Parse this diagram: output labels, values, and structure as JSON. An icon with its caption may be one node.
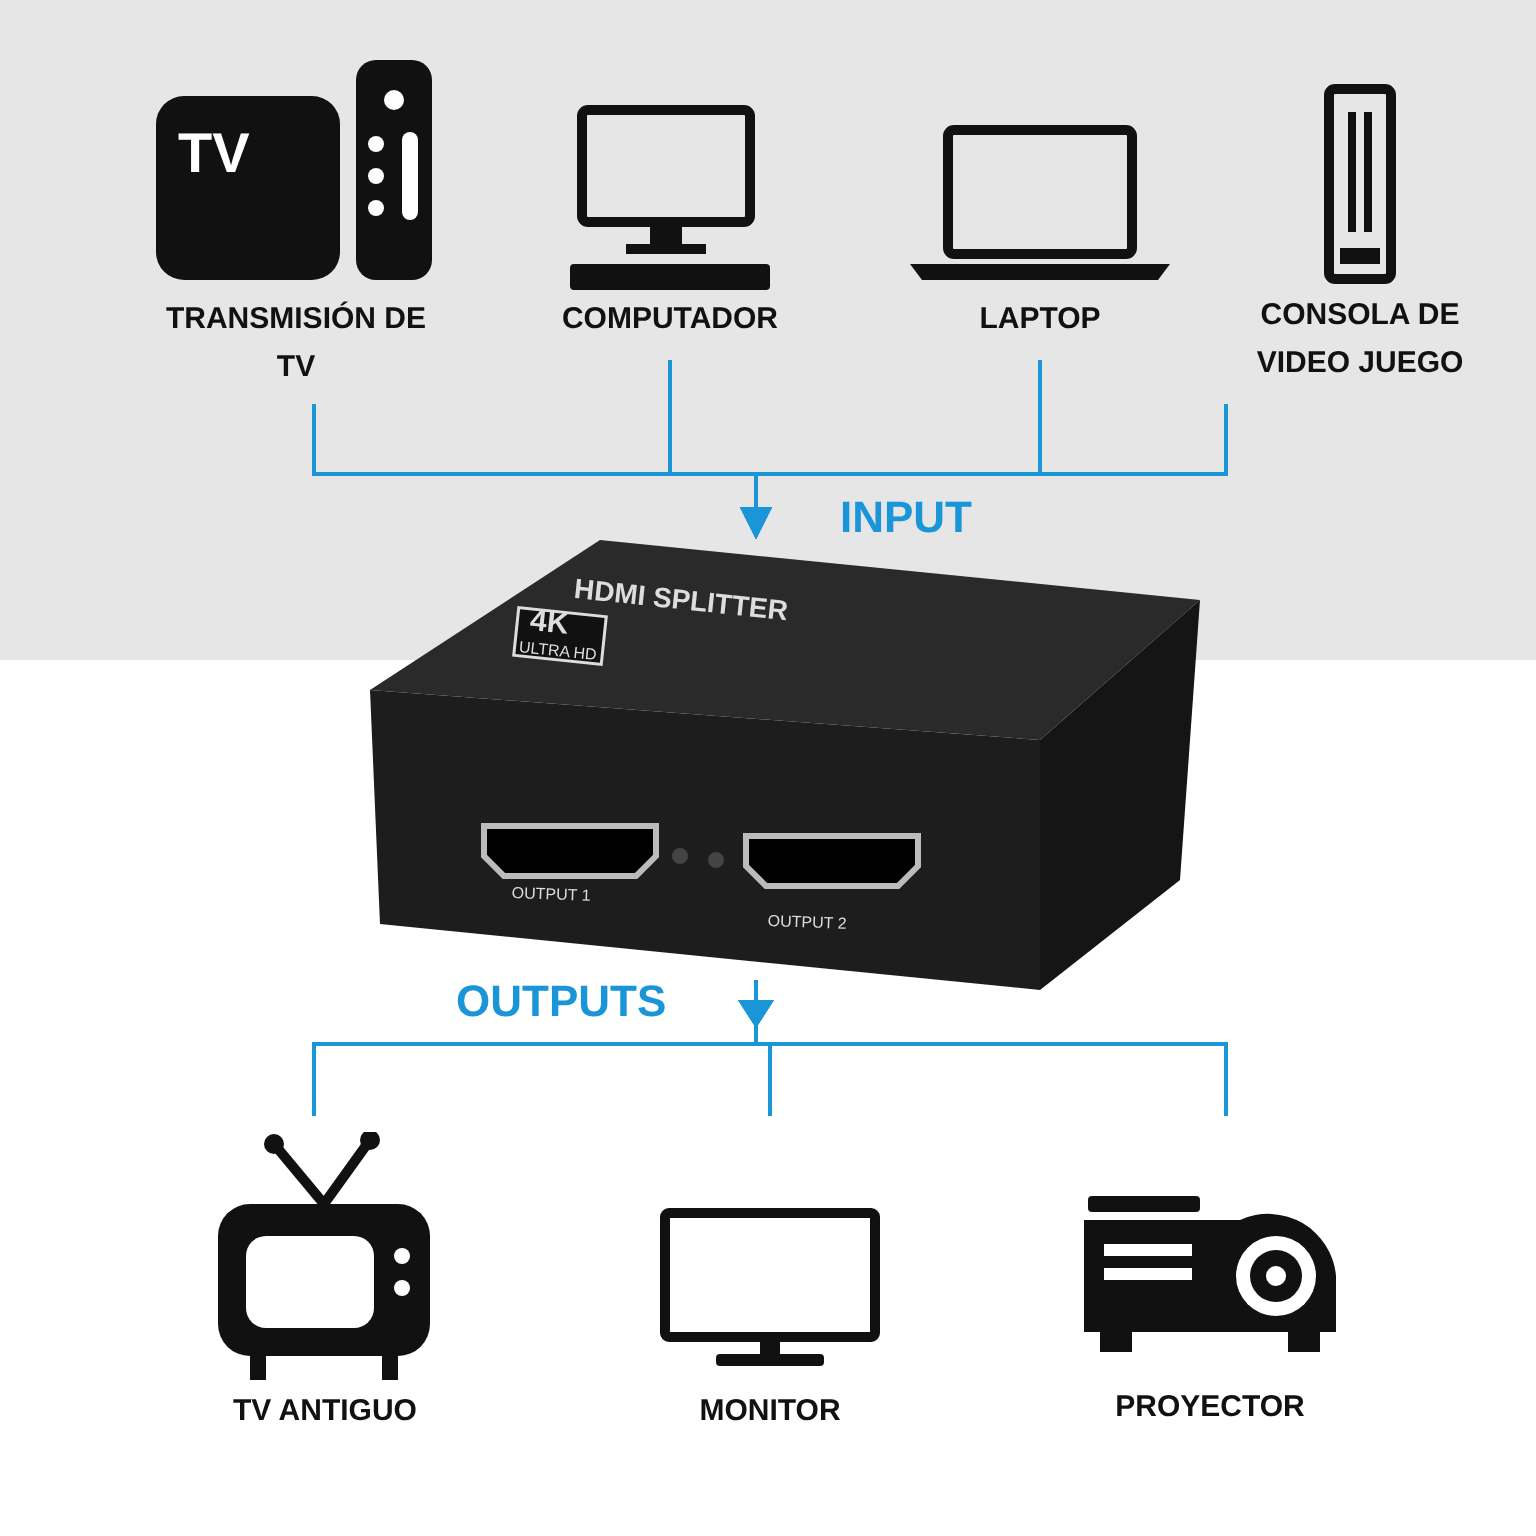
{
  "diagram": {
    "nodes": [
      {
        "text": [
          "TRANSMISIÓN DE TV"
        ]
      },
      {
        "text": [
          "COMPUTADOR"
        ]
      },
      {
        "text": [
          "LAPTOP"
        ]
      },
      {
        "text": [
          "CONSOLA DE VIDEO JUEGO"
        ]
      },
      {
        "text": [
          "HDMI SPLITTER",
          "4K",
          "ULTRA HD",
          "OUTPUT 1",
          "OUTPUT 2"
        ]
      },
      {
        "text": [
          "TV ANTIGUO"
        ]
      },
      {
        "text": [
          "MONITOR"
        ]
      },
      {
        "text": [
          "PROYECTOR"
        ]
      }
    ],
    "edges": [
      {
        "from": 0,
        "to": 4,
        "arrow": "to"
      },
      {
        "from": 1,
        "to": 4,
        "arrow": "to"
      },
      {
        "from": 2,
        "to": 4,
        "arrow": "to"
      },
      {
        "from": 3,
        "to": 4,
        "arrow": "to"
      },
      {
        "from": 4,
        "to": 5,
        "arrow": "to"
      },
      {
        "from": 4,
        "to": 6,
        "arrow": "to"
      },
      {
        "from": 4,
        "to": 7,
        "arrow": "to"
      }
    ],
    "labels": [
      "TV",
      "INPUT",
      "OUTPUTS"
    ]
  }
}
